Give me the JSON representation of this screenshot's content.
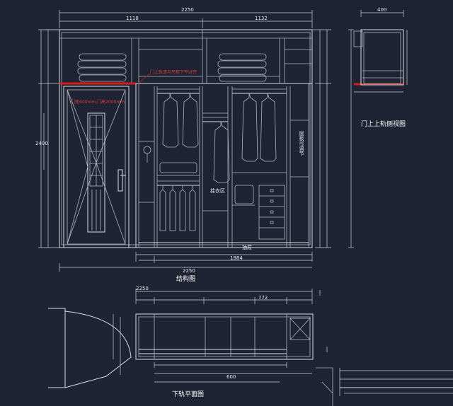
{
  "titles": {
    "structure_view": "结构图",
    "door_detail": "门上上轨侧视图",
    "lower_plan": "下轨平面图"
  },
  "labels": {
    "red_note_top": "门上轨道与吊柜下平对齐",
    "red_note_door": "门宽600mm,门高2000mm",
    "hang_label": "挂衣区",
    "drawer_note": "抽屉",
    "side_note": "层板可调节"
  },
  "dimensions": {
    "total_width": "2250",
    "left_width": "1118",
    "right_width": "1132",
    "total_height": "2400",
    "bottom_total": "2250",
    "bottom_part": "1884",
    "top_detail": "400",
    "plan_total": "2250",
    "plan_mid": "772",
    "plan_part": "600"
  }
}
